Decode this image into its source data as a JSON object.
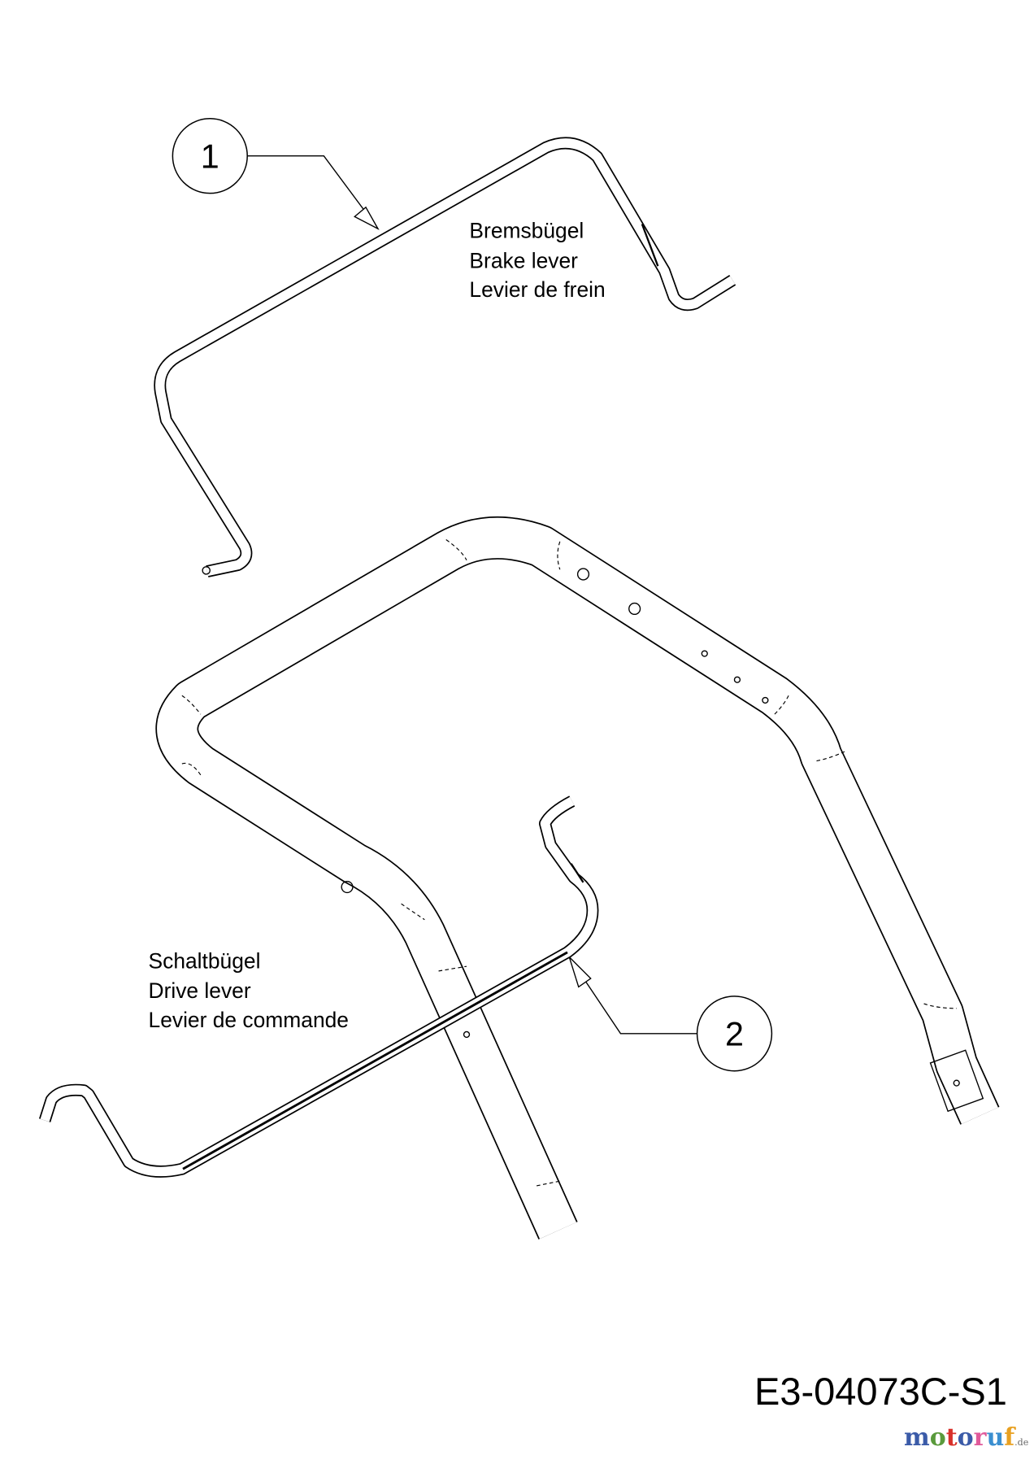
{
  "callouts": [
    {
      "number": "1",
      "labels": [
        "Bremsbügel",
        "Brake lever",
        "Levier de frein"
      ]
    },
    {
      "number": "2",
      "labels": [
        "Schaltbügel",
        "Drive lever",
        "Levier de commande"
      ]
    }
  ],
  "drawing_code": "E3-04073C-S1",
  "watermark": {
    "letters": [
      "m",
      "o",
      "t",
      "o",
      "r",
      "u",
      "f"
    ],
    "suffix": ".de",
    "colors": [
      "#3b5ba8",
      "#5a9a3c",
      "#d8302a",
      "#3b5ba8",
      "#e05a9a",
      "#3b8fd0",
      "#e8a020"
    ]
  }
}
